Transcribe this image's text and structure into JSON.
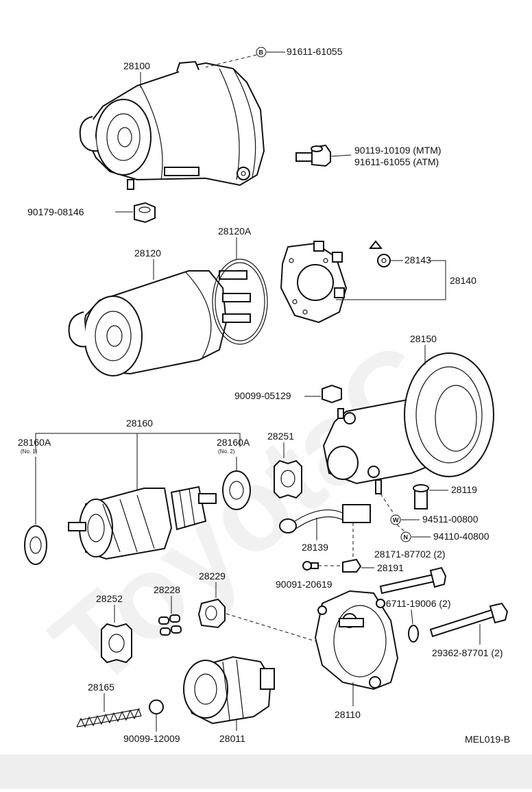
{
  "watermark": "ToyotaC",
  "diagram_code": "MEL019-B",
  "labels": {
    "p28100": "28100",
    "p91611_61055_b": "91611-61055",
    "p90119": "90119-10109 (MTM)",
    "p91611_atm": "91611-61055 (ATM)",
    "p90179": "90179-08146",
    "p28120": "28120",
    "p28120A": "28120A",
    "p28143": "28143",
    "p28140": "28140",
    "p28150": "28150",
    "p90099_05129": "90099-05129",
    "p28160": "28160",
    "p28160A_1": "28160A",
    "p28160A_1_sub": "(No. 1)",
    "p28160A_2": "28160A",
    "p28160A_2_sub": "(No. 2)",
    "p28251": "28251",
    "p28119": "28119",
    "p94511": "94511-00800",
    "p94110": "94110-40800",
    "p28139": "28139",
    "p28171": "28171-87702 (2)",
    "p28191": "28191",
    "p90091": "90091-20619",
    "p96711": "96711-19006 (2)",
    "p28229": "28229",
    "p28228": "28228",
    "p28252": "28252",
    "p29362": "29362-87701 (2)",
    "p28165": "28165",
    "p28110": "28110",
    "p90099_12009": "90099-12009",
    "p28011": "28011"
  },
  "circle_letters": {
    "b": "B",
    "w": "W",
    "n": "N"
  }
}
